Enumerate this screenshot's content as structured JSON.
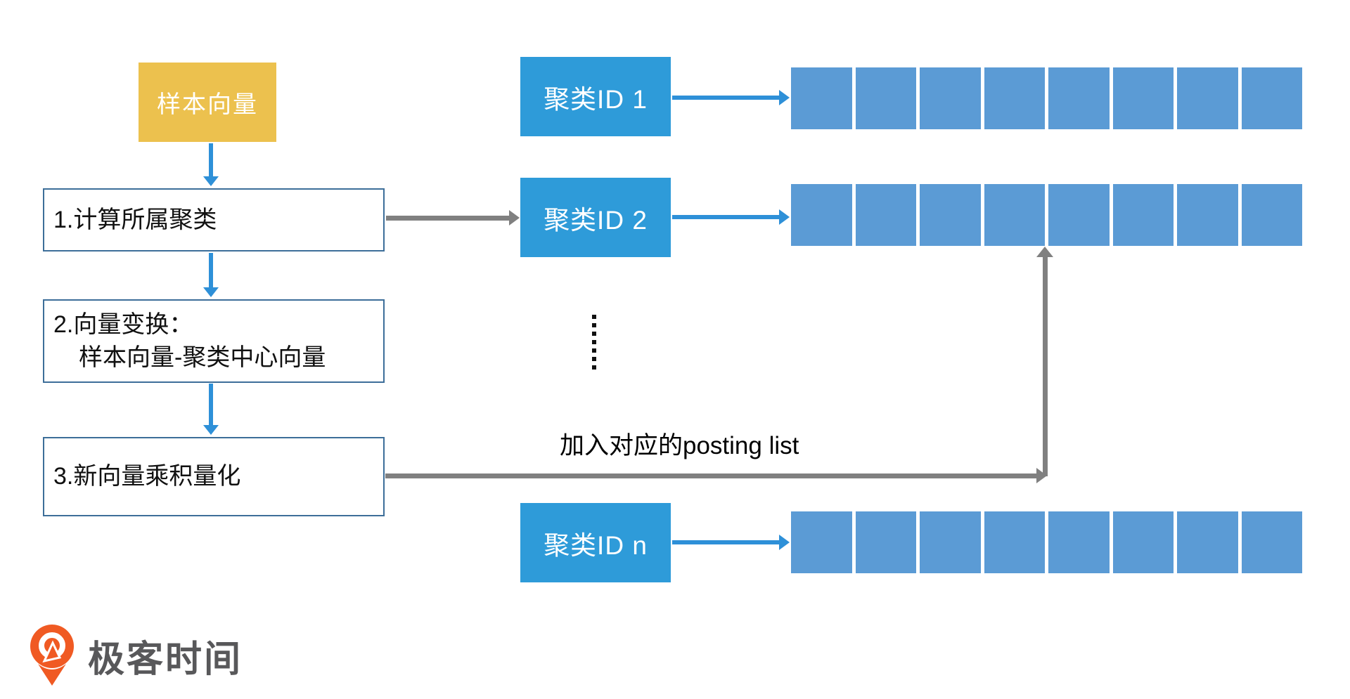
{
  "diagram": {
    "sample_box": "样本向量",
    "steps": [
      {
        "lines": [
          "1.计算所属聚类"
        ]
      },
      {
        "lines": [
          "2.向量变换：",
          "样本向量-聚类中心向量"
        ]
      },
      {
        "lines": [
          "3.新向量乘积量化"
        ]
      }
    ],
    "clusters": [
      {
        "label": "聚类ID 1",
        "cells": 8
      },
      {
        "label": "聚类ID 2",
        "cells": 8
      },
      {
        "label": "聚类ID n",
        "cells": 8
      }
    ],
    "ellipsis_dots": 7,
    "posting_label": "加入对应的posting list"
  },
  "footer": {
    "logo_text": "极客时间"
  },
  "colors": {
    "yellow": "#ECC14E",
    "border": "#3D6E99",
    "arrowBlue": "#2E90D8",
    "clusterBlue": "#2E9BD9",
    "cellBlue": "#5B9BD5",
    "gray": "#808080",
    "logoOrange": "#F05A23",
    "logoText": "#58585A",
    "textDark": "#111111"
  }
}
